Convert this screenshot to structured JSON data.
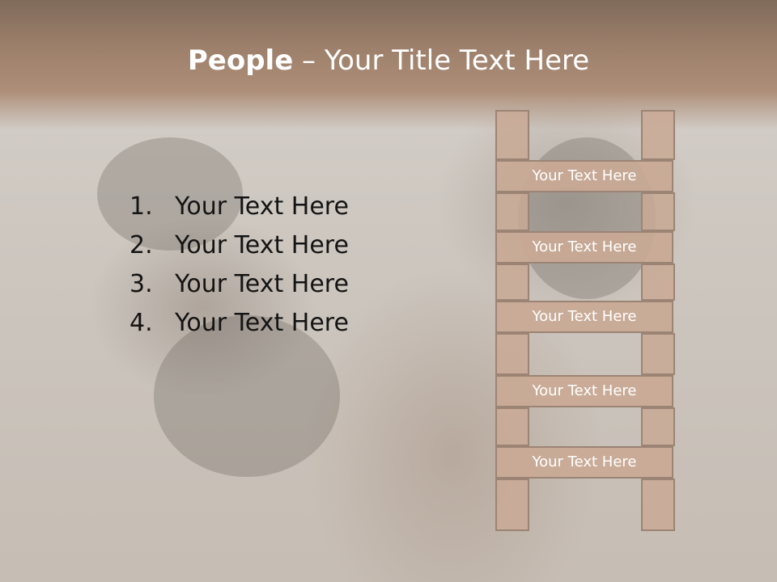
{
  "slide": {
    "title_bold": "People",
    "title_rest": " – Your Title Text Here"
  },
  "list": {
    "items": [
      {
        "number": "1.",
        "text": "Your Text Here"
      },
      {
        "number": "2.",
        "text": "Your Text Here"
      },
      {
        "number": "3.",
        "text": "Your Text Here"
      },
      {
        "number": "4.",
        "text": "Your Text Here"
      }
    ]
  },
  "ladder": {
    "rungs": [
      "Your Text Here",
      "Your Text Here",
      "Your Text Here",
      "Your Text Here",
      "Your Text Here"
    ]
  },
  "colors": {
    "header": "#ad8e78",
    "ladder_fill": "#c9a995",
    "ladder_border": "#9c8475"
  }
}
